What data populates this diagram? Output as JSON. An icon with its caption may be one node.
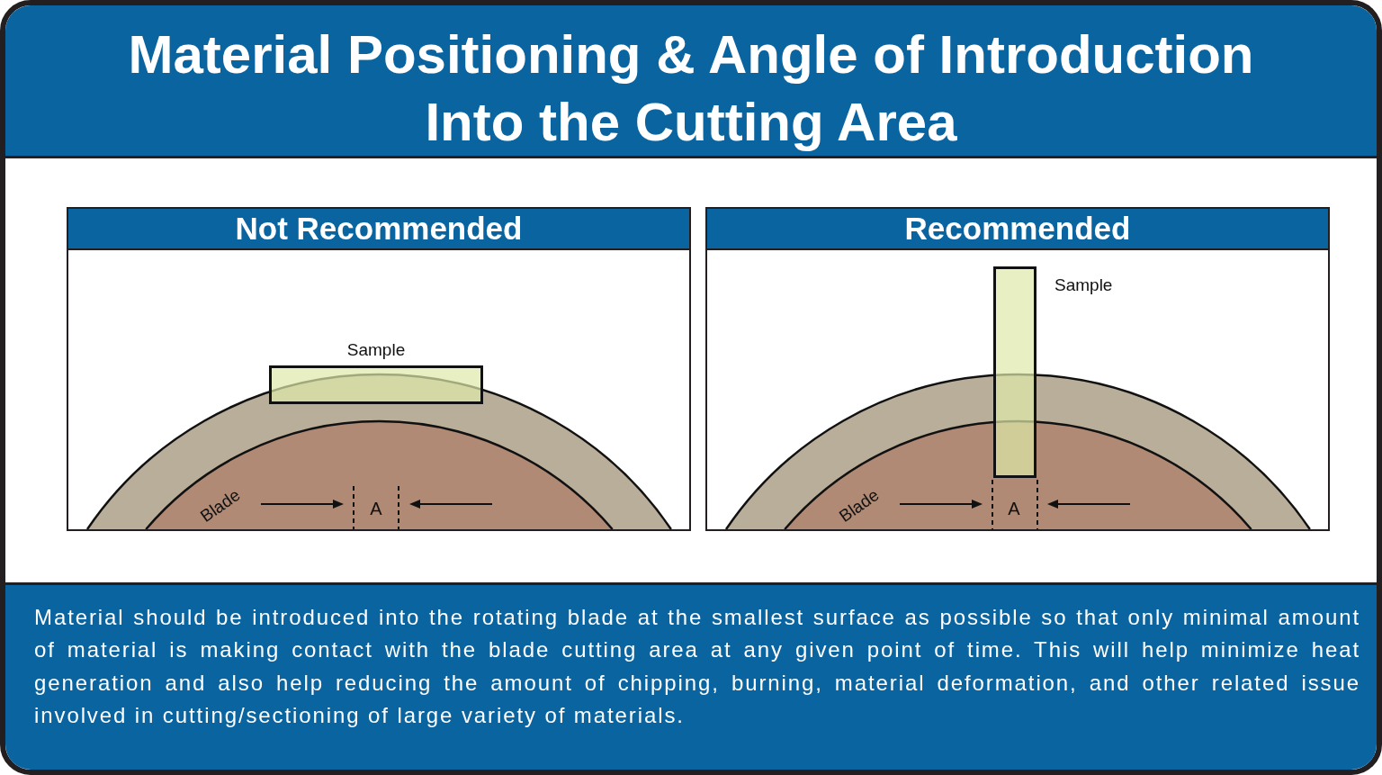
{
  "diagram": {
    "title": "Material Positioning & Angle of Introduction Into the Cutting Area",
    "nodes": [
      {
        "text": [
          "Not Recommended"
        ]
      },
      {
        "text": [],
        "shape": "box",
        "in": 0,
        "beside": [
          "Sample"
        ]
      },
      {
        "text": [
          "Blade"
        ],
        "in": 0
      },
      {
        "text": [
          "Recommended"
        ]
      },
      {
        "text": [],
        "shape": "box",
        "in": 3,
        "beside": [
          "Sample"
        ]
      },
      {
        "text": [
          "Blade"
        ],
        "in": 3
      }
    ],
    "labels": [
      "A",
      "A"
    ],
    "caption": "Material should be introduced into the rotating blade at the smallest surface as possible so that only minimal amount of material is making contact with the blade cutting area at any given point of time. This will help minimize heat generation and also help reducing the amount of chipping, burning, material deformation, and other related issue involved in cutting/sectioning of large variety of materials."
  }
}
